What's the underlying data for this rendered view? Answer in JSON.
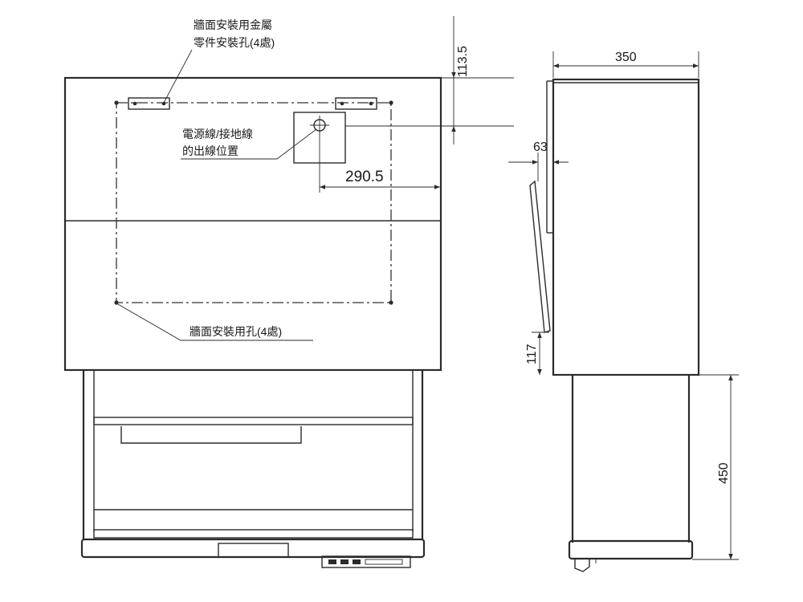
{
  "annotations": {
    "bracket_label_line1": "牆面安裝用金屬",
    "bracket_label_line2": "零件安裝孔(4處)",
    "power_label_line1": "電源線/接地線",
    "power_label_line2": "的出線位置",
    "hole_label": "牆面安裝用孔(4處)"
  },
  "dimensions": {
    "top_offset": "113.5",
    "outlet_offset": "290.5",
    "depth": "350",
    "door_offset": "63",
    "door_bottom": "117",
    "stand_height": "450"
  },
  "colors": {
    "line": "#2b2b2b",
    "background": "#ffffff"
  }
}
